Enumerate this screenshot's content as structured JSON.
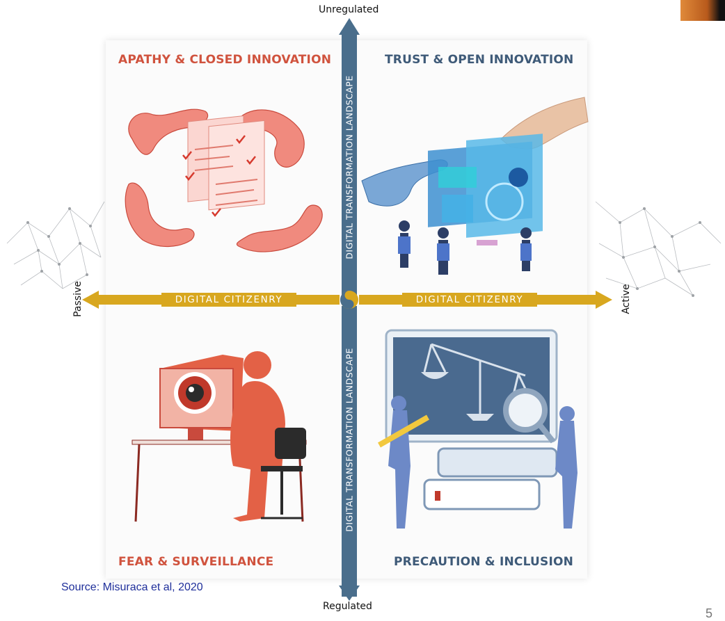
{
  "axes": {
    "top": "Unregulated",
    "bottom": "Regulated",
    "left": "Passive",
    "right": "Active",
    "vertical_band": "DIGITAL TRANSFORMATION LANDSCAPE",
    "horizontal_band": "DIGITAL CITIZENRY"
  },
  "quadrants": {
    "top_left": "APATHY & CLOSED INNOVATION",
    "top_right": "TRUST & OPEN INNOVATION",
    "bottom_left": "FEAR & SURVEILLANCE",
    "bottom_right": "PRECAUTION & INCLUSION"
  },
  "source": "Source: Misuraca et al, 2020",
  "page_number": "5",
  "colors": {
    "red_accent": "#d0533e",
    "blue_accent": "#3e5a78",
    "axis_blue": "#4a6e8c",
    "axis_gold": "#d8a71f"
  }
}
